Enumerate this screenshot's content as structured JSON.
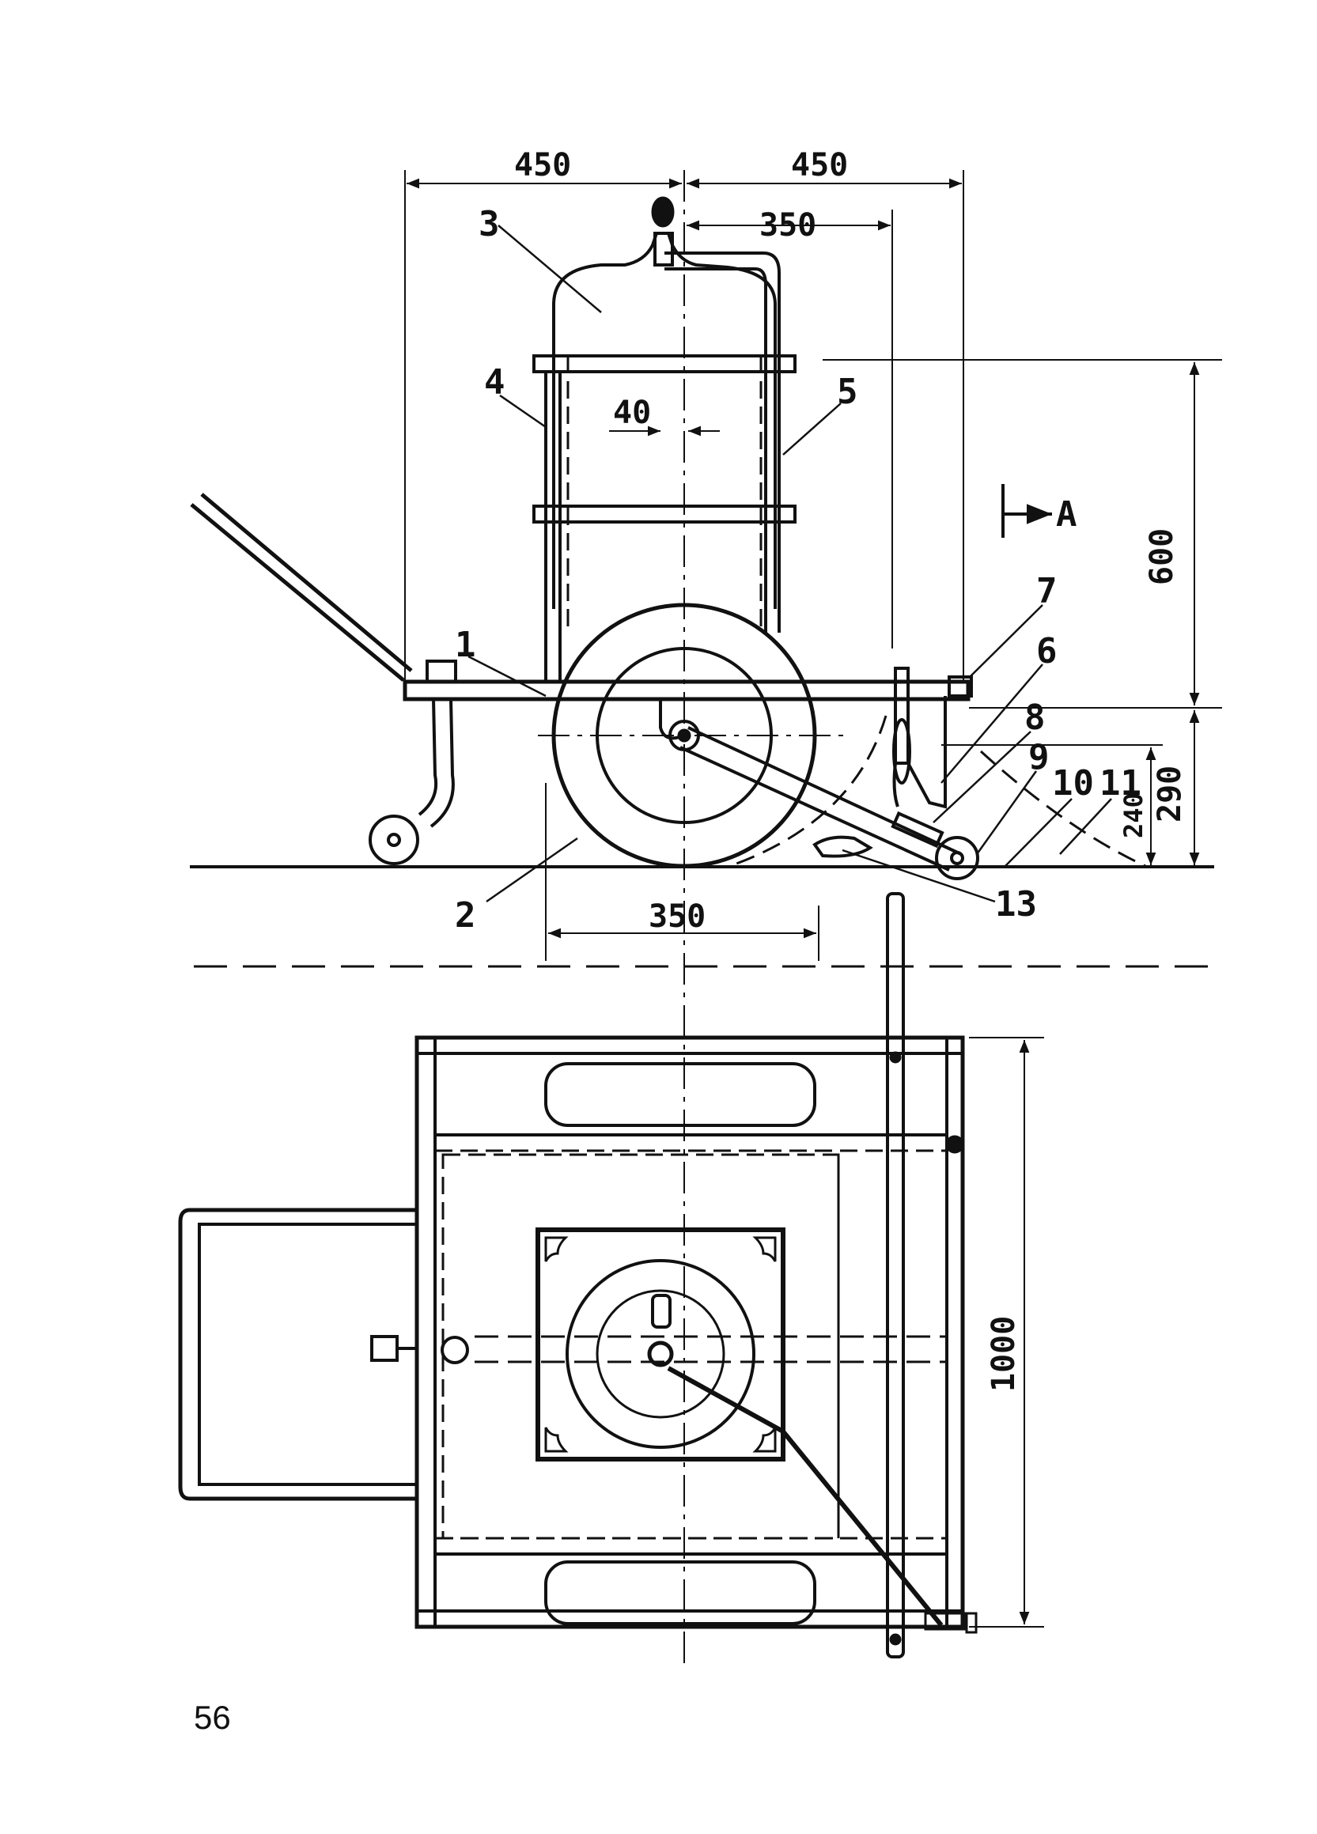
{
  "page_number": "56",
  "dimensions": {
    "top_left_width": "450",
    "top_right_width": "450",
    "axis_to_frame": "350",
    "cylinder_clearance": "40",
    "height_upper": "600",
    "height_lower": "290",
    "wheel_height": "240",
    "wheel_base": "350",
    "plan_length": "1000"
  },
  "section_marker": "A",
  "callouts": {
    "c1": "1",
    "c2": "2",
    "c3": "3",
    "c4": "4",
    "c5": "5",
    "c6": "6",
    "c7": "7",
    "c8": "8",
    "c9": "9",
    "c10": "10",
    "c11": "11",
    "c13": "13"
  },
  "colors": {
    "ink": "#111111",
    "paper": "#ffffff"
  }
}
